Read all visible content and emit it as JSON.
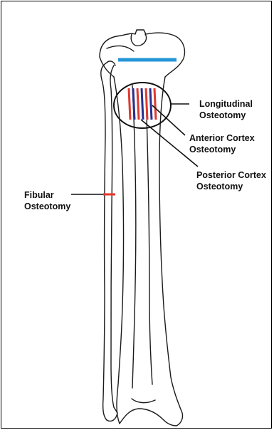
{
  "labels": {
    "longitudinal": [
      "Longitudinal",
      "Osteotomy"
    ],
    "anterior": [
      "Anterior Cortex",
      "Osteotomy"
    ],
    "posterior": [
      "Posterior Cortex",
      "Osteotomy"
    ],
    "fibular": [
      "Fibular",
      "Osteotomy"
    ]
  },
  "colors": {
    "transverse_cut": "#2596d6",
    "anterior_cut": "#e03a2e",
    "posterior_cut": "#2a2f8f",
    "fibular_cut": "#e8332a",
    "outline": "#1a1a1a"
  },
  "icons": {
    "bones": "tibia-fibula-drawing"
  }
}
